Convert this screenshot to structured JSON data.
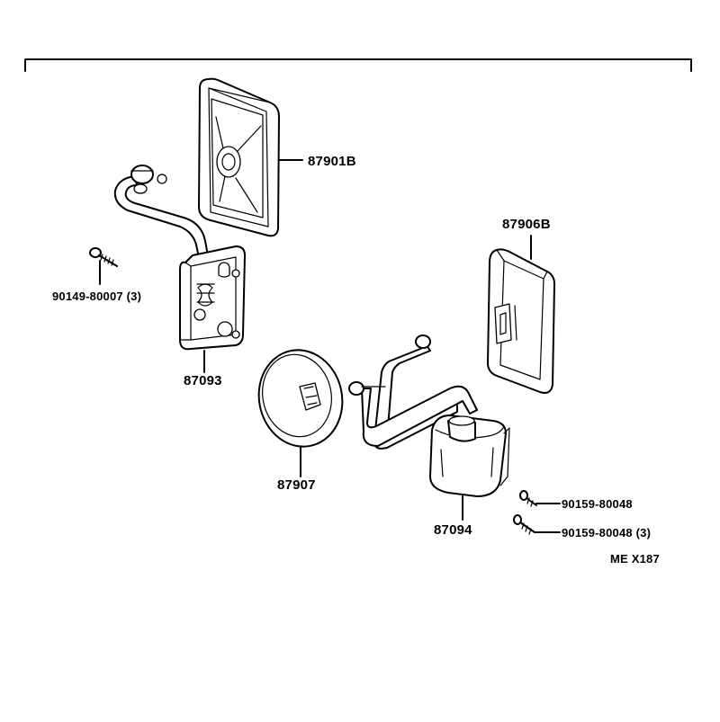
{
  "labels": {
    "p87901B": "87901B",
    "p87906B": "87906B",
    "p90149": "90149-80007 (3)",
    "p87093": "87093",
    "p87907": "87907",
    "p87094": "87094",
    "p90159a": "90159-80048",
    "p90159b": "90159-80048 (3)",
    "ref": "ME X187"
  }
}
